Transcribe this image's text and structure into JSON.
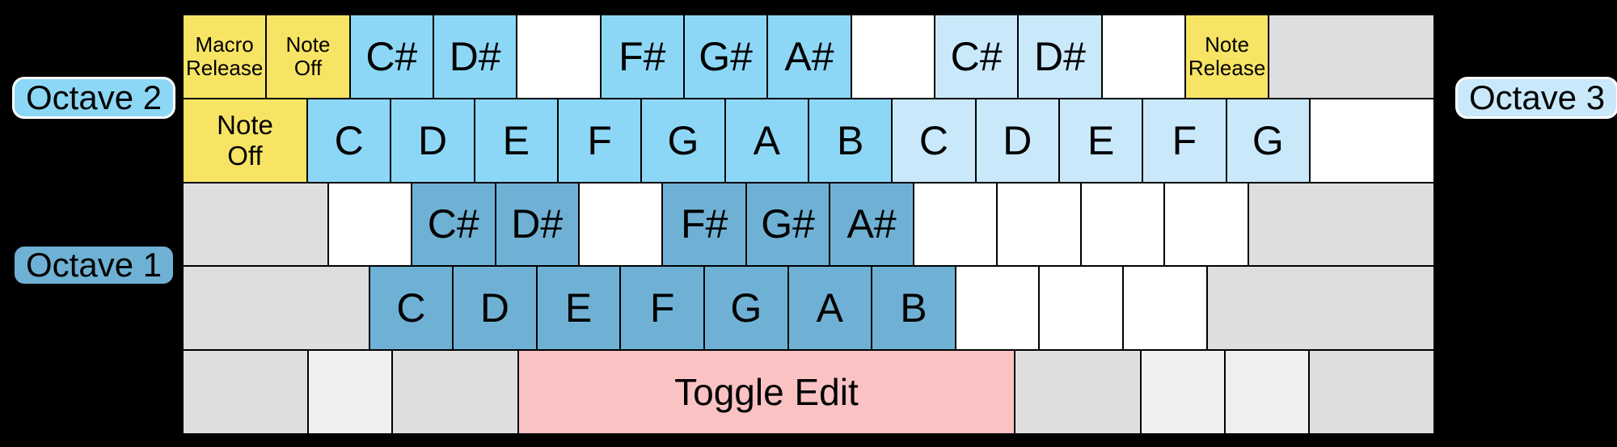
{
  "labels": {
    "octave2": {
      "text": "Octave 2",
      "color": "#8DD7F6"
    },
    "octave3": {
      "text": "Octave 3",
      "color": "#C9E9FB"
    },
    "octave1": {
      "text": "Octave 1",
      "color": "#6FB1D4"
    }
  },
  "colors": {
    "background": "#000000",
    "function_keys": "#F7E464",
    "octave2_keys": "#8DD7F6",
    "octave3_keys": "#C9E9FB",
    "octave1_keys": "#6FB1D4",
    "blank_key": "#FFFFFF",
    "modifier_gray": "#DEDEDE",
    "modifier_light_gray": "#EFEFEF",
    "toggle_edit": "#FBC2C4",
    "key_border": "#000000",
    "text": "#000000",
    "label_border_light": "#FFFFFF"
  },
  "keyboard": {
    "rows": [
      {
        "name": "number-row",
        "keys": [
          {
            "name": "key-macro-release",
            "type": "function",
            "units": 1,
            "size": "small",
            "lines": [
              "Macro",
              "Release"
            ]
          },
          {
            "name": "key-note-off-top",
            "type": "function",
            "units": 1,
            "size": "small",
            "lines": [
              "Note",
              "Off"
            ]
          },
          {
            "name": "key-c-sharp-oct2",
            "type": "oct2",
            "units": 1,
            "size": "large",
            "lines": [
              "C#"
            ]
          },
          {
            "name": "key-d-sharp-oct2",
            "type": "oct2",
            "units": 1,
            "size": "large",
            "lines": [
              "D#"
            ]
          },
          {
            "name": "key-unmapped",
            "type": "blank",
            "units": 1,
            "lines": []
          },
          {
            "name": "key-f-sharp-oct2",
            "type": "oct2",
            "units": 1,
            "size": "large",
            "lines": [
              "F#"
            ]
          },
          {
            "name": "key-g-sharp-oct2",
            "type": "oct2",
            "units": 1,
            "size": "large",
            "lines": [
              "G#"
            ]
          },
          {
            "name": "key-a-sharp-oct2",
            "type": "oct2",
            "units": 1,
            "size": "large",
            "lines": [
              "A#"
            ]
          },
          {
            "name": "key-unmapped",
            "type": "blank",
            "units": 1,
            "lines": []
          },
          {
            "name": "key-c-sharp-oct3",
            "type": "oct3",
            "units": 1,
            "size": "large",
            "lines": [
              "C#"
            ]
          },
          {
            "name": "key-d-sharp-oct3",
            "type": "oct3",
            "units": 1,
            "size": "large",
            "lines": [
              "D#"
            ]
          },
          {
            "name": "key-unmapped",
            "type": "blank",
            "units": 1,
            "lines": []
          },
          {
            "name": "key-note-release",
            "type": "function",
            "units": 1,
            "size": "small",
            "lines": [
              "Note",
              "Release"
            ]
          },
          {
            "name": "key-modifier",
            "type": "mod",
            "units": 2,
            "lines": []
          }
        ]
      },
      {
        "name": "qwerty-row",
        "keys": [
          {
            "name": "key-note-off",
            "type": "function",
            "units": 1.5,
            "size": "medium",
            "lines": [
              "Note",
              "Off"
            ]
          },
          {
            "name": "key-c-oct2",
            "type": "oct2",
            "units": 1,
            "size": "large",
            "lines": [
              "C"
            ]
          },
          {
            "name": "key-d-oct2",
            "type": "oct2",
            "units": 1,
            "size": "large",
            "lines": [
              "D"
            ]
          },
          {
            "name": "key-e-oct2",
            "type": "oct2",
            "units": 1,
            "size": "large",
            "lines": [
              "E"
            ]
          },
          {
            "name": "key-f-oct2",
            "type": "oct2",
            "units": 1,
            "size": "large",
            "lines": [
              "F"
            ]
          },
          {
            "name": "key-g-oct2",
            "type": "oct2",
            "units": 1,
            "size": "large",
            "lines": [
              "G"
            ]
          },
          {
            "name": "key-a-oct2",
            "type": "oct2",
            "units": 1,
            "size": "large",
            "lines": [
              "A"
            ]
          },
          {
            "name": "key-b-oct2",
            "type": "oct2",
            "units": 1,
            "size": "large",
            "lines": [
              "B"
            ]
          },
          {
            "name": "key-c-oct3",
            "type": "oct3",
            "units": 1,
            "size": "large",
            "lines": [
              "C"
            ]
          },
          {
            "name": "key-d-oct3",
            "type": "oct3",
            "units": 1,
            "size": "large",
            "lines": [
              "D"
            ]
          },
          {
            "name": "key-e-oct3",
            "type": "oct3",
            "units": 1,
            "size": "large",
            "lines": [
              "E"
            ]
          },
          {
            "name": "key-f-oct3",
            "type": "oct3",
            "units": 1,
            "size": "large",
            "lines": [
              "F"
            ]
          },
          {
            "name": "key-g-oct3",
            "type": "oct3",
            "units": 1,
            "size": "large",
            "lines": [
              "G"
            ]
          },
          {
            "name": "key-unmapped",
            "type": "blank",
            "units": 1.5,
            "lines": []
          }
        ]
      },
      {
        "name": "home-row",
        "keys": [
          {
            "name": "key-modifier",
            "type": "mod",
            "units": 1.75,
            "lines": []
          },
          {
            "name": "key-unmapped",
            "type": "blank",
            "units": 1,
            "lines": []
          },
          {
            "name": "key-c-sharp-oct1",
            "type": "oct1",
            "units": 1,
            "size": "large",
            "lines": [
              "C#"
            ]
          },
          {
            "name": "key-d-sharp-oct1",
            "type": "oct1",
            "units": 1,
            "size": "large",
            "lines": [
              "D#"
            ]
          },
          {
            "name": "key-unmapped",
            "type": "blank",
            "units": 1,
            "lines": []
          },
          {
            "name": "key-f-sharp-oct1",
            "type": "oct1",
            "units": 1,
            "size": "large",
            "lines": [
              "F#"
            ]
          },
          {
            "name": "key-g-sharp-oct1",
            "type": "oct1",
            "units": 1,
            "size": "large",
            "lines": [
              "G#"
            ]
          },
          {
            "name": "key-a-sharp-oct1",
            "type": "oct1",
            "units": 1,
            "size": "large",
            "lines": [
              "A#"
            ]
          },
          {
            "name": "key-unmapped",
            "type": "blank",
            "units": 1,
            "lines": []
          },
          {
            "name": "key-unmapped",
            "type": "blank",
            "units": 1,
            "lines": []
          },
          {
            "name": "key-unmapped",
            "type": "blank",
            "units": 1,
            "lines": []
          },
          {
            "name": "key-unmapped",
            "type": "blank",
            "units": 1,
            "lines": []
          },
          {
            "name": "key-modifier",
            "type": "mod",
            "units": 2.25,
            "lines": []
          }
        ]
      },
      {
        "name": "lower-letter-row",
        "keys": [
          {
            "name": "key-modifier",
            "type": "mod",
            "units": 2.25,
            "lines": []
          },
          {
            "name": "key-c-oct1",
            "type": "oct1",
            "units": 1,
            "size": "large",
            "lines": [
              "C"
            ]
          },
          {
            "name": "key-d-oct1",
            "type": "oct1",
            "units": 1,
            "size": "large",
            "lines": [
              "D"
            ]
          },
          {
            "name": "key-e-oct1",
            "type": "oct1",
            "units": 1,
            "size": "large",
            "lines": [
              "E"
            ]
          },
          {
            "name": "key-f-oct1",
            "type": "oct1",
            "units": 1,
            "size": "large",
            "lines": [
              "F"
            ]
          },
          {
            "name": "key-g-oct1",
            "type": "oct1",
            "units": 1,
            "size": "large",
            "lines": [
              "G"
            ]
          },
          {
            "name": "key-a-oct1",
            "type": "oct1",
            "units": 1,
            "size": "large",
            "lines": [
              "A"
            ]
          },
          {
            "name": "key-b-oct1",
            "type": "oct1",
            "units": 1,
            "size": "large",
            "lines": [
              "B"
            ]
          },
          {
            "name": "key-unmapped",
            "type": "blank",
            "units": 1,
            "lines": []
          },
          {
            "name": "key-unmapped",
            "type": "blank",
            "units": 1,
            "lines": []
          },
          {
            "name": "key-unmapped",
            "type": "blank",
            "units": 1,
            "lines": []
          },
          {
            "name": "key-modifier",
            "type": "mod",
            "units": 2.75,
            "lines": []
          }
        ]
      },
      {
        "name": "space-row",
        "keys": [
          {
            "name": "key-modifier",
            "type": "mod",
            "units": 1.5,
            "lines": []
          },
          {
            "name": "key-modifier-light",
            "type": "modlight",
            "units": 1,
            "lines": []
          },
          {
            "name": "key-modifier",
            "type": "mod",
            "units": 1.5,
            "lines": []
          },
          {
            "name": "key-toggle-edit",
            "type": "space",
            "units": 6,
            "size": "space",
            "lines": [
              "Toggle Edit"
            ]
          },
          {
            "name": "key-modifier",
            "type": "mod",
            "units": 1.5,
            "lines": []
          },
          {
            "name": "key-modifier-light",
            "type": "modlight",
            "units": 1,
            "lines": []
          },
          {
            "name": "key-modifier-light",
            "type": "modlight",
            "units": 1,
            "lines": []
          },
          {
            "name": "key-modifier",
            "type": "mod",
            "units": 1.5,
            "lines": []
          }
        ]
      }
    ]
  }
}
